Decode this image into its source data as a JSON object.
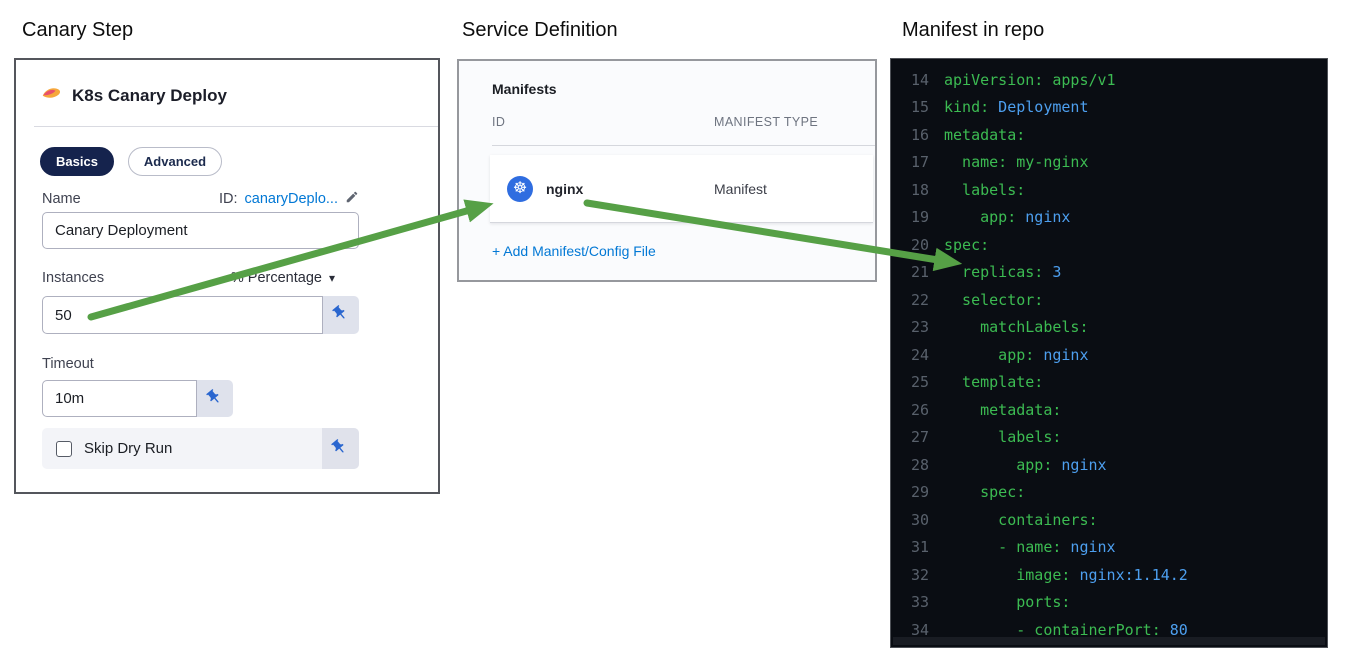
{
  "headings": {
    "canary_step": "Canary Step",
    "service_definition": "Service Definition",
    "manifest_in_repo": "Manifest in repo"
  },
  "canary_panel": {
    "title": "K8s Canary Deploy",
    "tabs": [
      {
        "label": "Basics",
        "active": true
      },
      {
        "label": "Advanced",
        "active": false
      }
    ],
    "name_label": "Name",
    "id_prefix": "ID:",
    "id_value": "canaryDeplo...",
    "name_value": "Canary Deployment",
    "instances_label": "Instances",
    "instances_unit": "% Percentage",
    "instances_value": "50",
    "timeout_label": "Timeout",
    "timeout_value": "10m",
    "skip_dry_run_label": "Skip Dry Run",
    "skip_dry_run_checked": false
  },
  "service_panel": {
    "title": "Manifests",
    "columns": {
      "id": "ID",
      "type": "MANIFEST TYPE"
    },
    "rows": [
      {
        "id": "nginx",
        "type": "Manifest",
        "icon": "kubernetes-icon"
      }
    ],
    "add_link": "+ Add Manifest/Config File"
  },
  "code_panel": {
    "language": "yaml",
    "first_line": 14,
    "last_line": 34,
    "lines": [
      {
        "num": "14",
        "tokens": [
          [
            "apiVersion:",
            "g"
          ],
          [
            " apps/v1",
            "g"
          ]
        ]
      },
      {
        "num": "15",
        "tokens": [
          [
            "kind:",
            "g"
          ],
          [
            " Deployment",
            "b"
          ]
        ]
      },
      {
        "num": "16",
        "tokens": [
          [
            "metadata:",
            "g"
          ]
        ]
      },
      {
        "num": "17",
        "tokens": [
          [
            "  name:",
            "g"
          ],
          [
            " my-nginx",
            "g"
          ]
        ]
      },
      {
        "num": "18",
        "tokens": [
          [
            "  labels:",
            "g"
          ]
        ]
      },
      {
        "num": "19",
        "tokens": [
          [
            "    app:",
            "g"
          ],
          [
            " nginx",
            "b"
          ]
        ]
      },
      {
        "num": "20",
        "tokens": [
          [
            "spec:",
            "g"
          ]
        ]
      },
      {
        "num": "21",
        "tokens": [
          [
            "  replicas:",
            "g"
          ],
          [
            " 3",
            "b"
          ]
        ]
      },
      {
        "num": "22",
        "tokens": [
          [
            "  selector:",
            "g"
          ]
        ]
      },
      {
        "num": "23",
        "tokens": [
          [
            "    matchLabels:",
            "g"
          ]
        ]
      },
      {
        "num": "24",
        "tokens": [
          [
            "      app:",
            "g"
          ],
          [
            " nginx",
            "b"
          ]
        ]
      },
      {
        "num": "25",
        "tokens": [
          [
            "  template:",
            "g"
          ]
        ]
      },
      {
        "num": "26",
        "tokens": [
          [
            "    metadata:",
            "g"
          ]
        ]
      },
      {
        "num": "27",
        "tokens": [
          [
            "      labels:",
            "g"
          ]
        ]
      },
      {
        "num": "28",
        "tokens": [
          [
            "        app:",
            "g"
          ],
          [
            " nginx",
            "b"
          ]
        ]
      },
      {
        "num": "29",
        "tokens": [
          [
            "    spec:",
            "g"
          ]
        ]
      },
      {
        "num": "30",
        "tokens": [
          [
            "      containers:",
            "g"
          ]
        ]
      },
      {
        "num": "31",
        "tokens": [
          [
            "      - name:",
            "g"
          ],
          [
            " nginx",
            "b"
          ]
        ]
      },
      {
        "num": "32",
        "tokens": [
          [
            "        image:",
            "g"
          ],
          [
            " nginx:1.14.2",
            "b"
          ]
        ]
      },
      {
        "num": "33",
        "tokens": [
          [
            "        ports:",
            "g"
          ]
        ]
      },
      {
        "num": "34",
        "tokens": [
          [
            "        - containerPort:",
            "g"
          ],
          [
            " 80",
            "b"
          ]
        ]
      }
    ]
  },
  "icons": {
    "caret_down": "▾",
    "kubernetes": "☸"
  },
  "colors": {
    "arrow_green": "#56a046",
    "link_blue": "#0278d5",
    "active_tab_navy": "#15234d",
    "pin_blue": "#2a66cf",
    "code_bg": "#0a0d13",
    "code_key_green": "#3cbb52",
    "code_value_blue": "#4d9fef",
    "code_line_number": "#59616c"
  }
}
